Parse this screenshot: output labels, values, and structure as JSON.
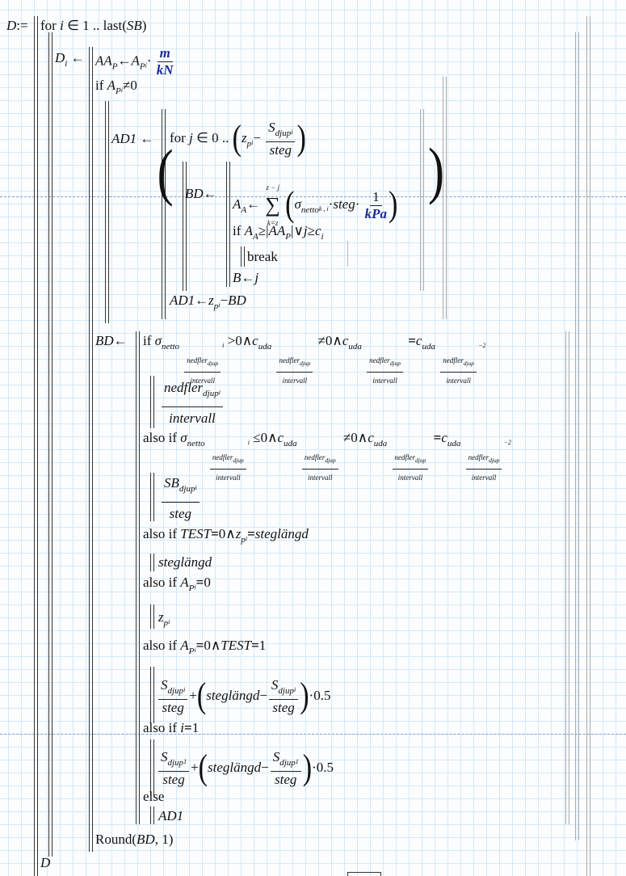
{
  "tokens": {
    "D": "D",
    "assign": ":=",
    "for": "for",
    "in": "∈",
    "range": "..",
    "last": "last",
    "SB": "SB",
    "larr": "←",
    "i": "i",
    "j": "j",
    "k": "k",
    "AA": "AA",
    "P": "P",
    "A": "A",
    "m": "m",
    "kN": "kN",
    "kPa": "kPa",
    "if": "if",
    "ne0": "≠0",
    "AD1": "AD1",
    "zero": "0",
    "one": "1",
    "z": "z",
    "p": "p",
    "S": "S",
    "djup": "djup",
    "steg": "steg",
    "BD": "BD",
    "sum": "∑",
    "sigma": "σ",
    "netto": "netto",
    "ge": "≥",
    "or": "∨",
    "c": "c",
    "break": "break",
    "B": "B",
    "minus": "−",
    "dot": "·",
    "nedfler": "nedfler",
    "intervall": "intervall",
    "gt0": ">0",
    "and": "∧",
    "uda": "uda",
    "eq": "=",
    "minus2": "−2",
    "le0": "≤0",
    "alsoif": "also if",
    "TEST": "TEST",
    "steglangd": "steglängd",
    "half": "0.5",
    "plus": "+",
    "else": "else",
    "Round": "Round",
    "ki": "k , i",
    "comma1": ", 1",
    "lpar": "(",
    "rpar": ")",
    "abs": "|",
    "sub1": "1",
    "zpj": "z",
    "k_eq": "k=z"
  }
}
